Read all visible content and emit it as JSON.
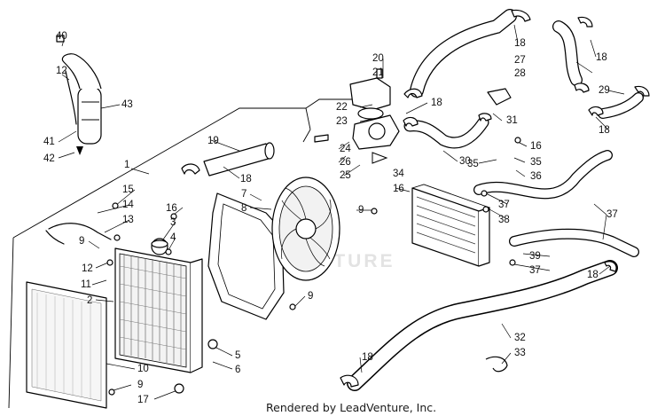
{
  "diagram": {
    "watermark": "LEADVENTURE",
    "credit": "Rendered by LeadVenture, Inc.",
    "callouts": [
      "1",
      "2",
      "3",
      "4",
      "5",
      "6",
      "7",
      "8",
      "9",
      "10",
      "11",
      "12",
      "13",
      "14",
      "15",
      "16",
      "17",
      "18",
      "19",
      "20",
      "21",
      "22",
      "23",
      "24",
      "25",
      "26",
      "27",
      "28",
      "29",
      "30",
      "31",
      "32",
      "33",
      "34",
      "35",
      "36",
      "37",
      "38",
      "39",
      "40",
      "41",
      "42",
      "43"
    ],
    "labels": {
      "l40": "40",
      "l12a": "12",
      "l43": "43",
      "l41": "41",
      "l42": "42",
      "l1": "1",
      "l15": "15",
      "l14": "14",
      "l13": "13",
      "l9a": "9",
      "l12b": "12",
      "l11": "11",
      "l2": "2",
      "l16a": "16",
      "l3": "3",
      "l4": "4",
      "l19": "19",
      "l18a": "18",
      "l7": "7",
      "l8": "8",
      "l9b": "9",
      "l9c": "9",
      "l5": "5",
      "l6": "6",
      "l10": "10",
      "l9d": "9",
      "l17": "17",
      "l20": "20",
      "l21": "21",
      "l22": "22",
      "l23": "23",
      "l24": "24",
      "l26": "26",
      "l25": "25",
      "l18b": "18",
      "l18c": "18",
      "l27": "27",
      "l28": "28",
      "l18d": "18",
      "l29": "29",
      "l18e": "18",
      "l31": "31",
      "l30": "30",
      "l16b": "16",
      "l35a": "35",
      "l35b": "35",
      "l34": "34",
      "l36": "36",
      "l16c": "16",
      "l37a": "37",
      "l38": "38",
      "l37b": "37",
      "l39": "39",
      "l37c": "37",
      "l18f": "18",
      "l32": "32",
      "l33": "33",
      "l18g": "18"
    }
  }
}
